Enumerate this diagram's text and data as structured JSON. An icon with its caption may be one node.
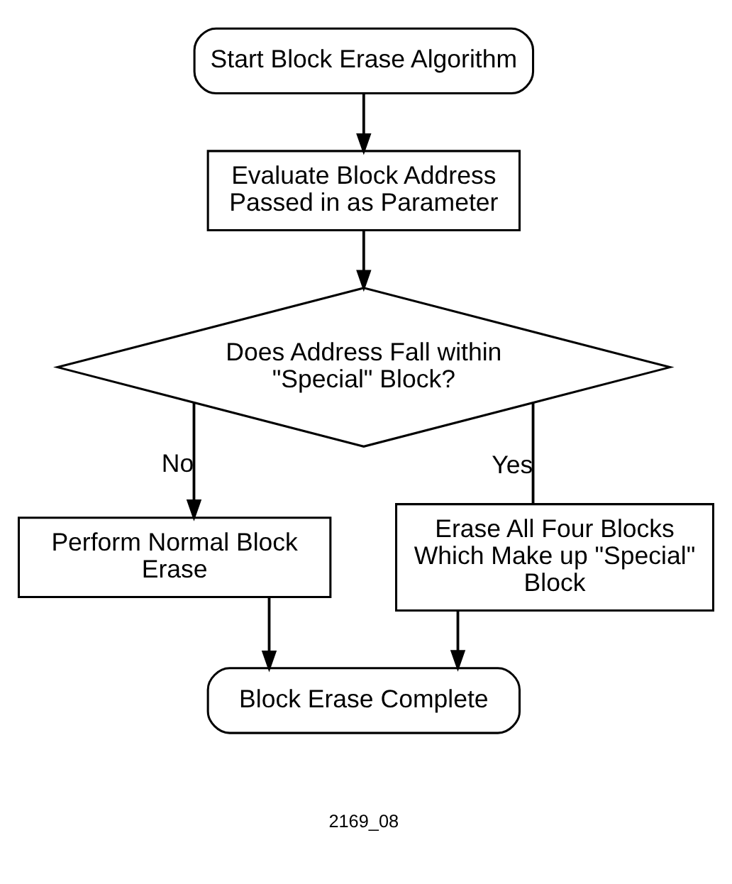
{
  "diagram": {
    "nodes": [
      {
        "text": [
          "Start Block Erase Algorithm"
        ]
      },
      {
        "text": [
          "Evaluate Block Address Passed in as Parameter"
        ]
      },
      {
        "text": [
          "Does Address Fall within \"Special\" Block?"
        ]
      },
      {
        "text": [
          "Perform Normal Block Erase"
        ]
      },
      {
        "text": [
          "Erase All Four Blocks Which Make up \"Special\" Block"
        ]
      },
      {
        "text": [
          "Block Erase Complete"
        ]
      }
    ],
    "edges": [
      {
        "from": 0,
        "to": 1,
        "arrow": "to"
      },
      {
        "from": 1,
        "to": 2,
        "arrow": "to"
      },
      {
        "from": 2,
        "to": 3,
        "arrow": "to",
        "label": "No"
      },
      {
        "from": 2,
        "to": 4,
        "arrow": "none",
        "label": "Yes"
      },
      {
        "from": 3,
        "to": 5,
        "arrow": "to"
      },
      {
        "from": 4,
        "to": 5,
        "arrow": "to"
      }
    ],
    "labels": [
      "2169_08"
    ]
  }
}
